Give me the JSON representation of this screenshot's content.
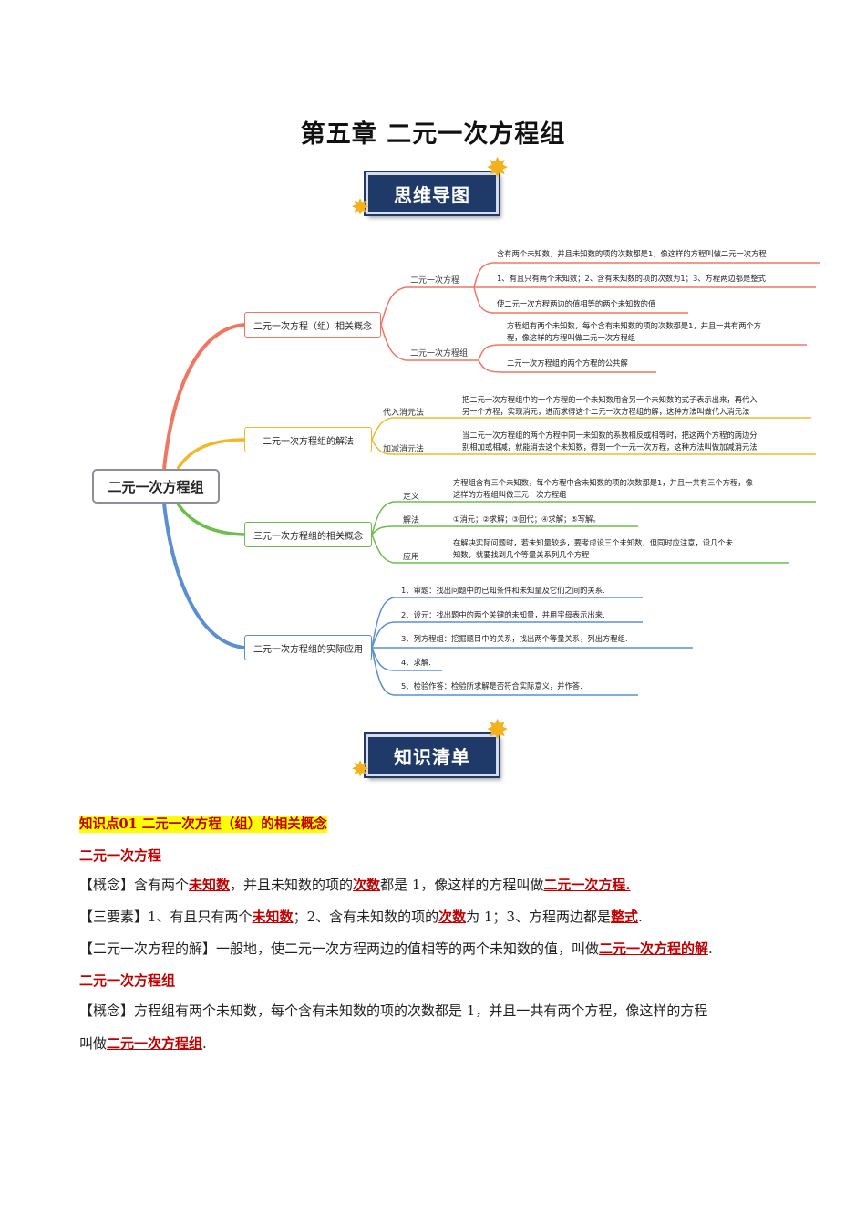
{
  "title": "第五章  二元一次方程组",
  "banner1": "思维导图",
  "banner2": "知识清单",
  "mindmap": {
    "root": "二元一次方程组",
    "branches": [
      {
        "label": "二元一次方程（组）相关概念",
        "color": "#f07662",
        "subs": [
          {
            "label": "二元一次方程",
            "leaves": [
              "含有两个未知数，并且未知数的项的次数都是1，像这样的方程叫做二元一次方程",
              "1、有且只有两个未知数；2、含有未知数的项的次数为1；3、方程两边都是整式",
              "使二元一次方程两边的值相等的两个未知数的值"
            ]
          },
          {
            "label": "二元一次方程组",
            "leaves": [
              "方程组有两个未知数，每个含有未知数的项的次数都是1，并且一共有两个方",
              "程，像这样的方程叫做二元一次方程组",
              "二元一次方程组的两个方程的公共解"
            ]
          }
        ]
      },
      {
        "label": "二元一次方程组的解法",
        "color": "#f3b829",
        "subs": [
          {
            "label": "代入消元法",
            "leaves": [
              "把二元一次方程组中的一个方程的一个未知数用含另一个未知数的式子表示出来，再代入",
              "另一个方程，实现消元，进而求得这个二元一次方程组的解，这种方法叫做代入消元法"
            ]
          },
          {
            "label": "加减消元法",
            "leaves": [
              "当二元一次方程组的两个方程中同一未知数的系数相反或相等时，把这两个方程的两边分",
              "别相加或相减，就能消去这个未知数，得到一个一元一次方程，这种方法叫做加减消元法"
            ]
          }
        ]
      },
      {
        "label": "三元一次方程组的相关概念",
        "color": "#6dbd4b",
        "subs": [
          {
            "label": "定义",
            "leaves": [
              "方程组含有三个未知数，每个方程中含未知数的项的次数都是1，并且一共有三个方程，像",
              "这样的方程组叫做三元一次方程组"
            ]
          },
          {
            "label": "解法",
            "leaves": [
              "①消元；②求解；③回代；④求解；⑤写解。"
            ]
          },
          {
            "label": "应用",
            "leaves": [
              "在解决实际问题时，若未知量较多，要考虑设三个未知数，但同时应注意，设几个未",
              "知数，就要找到几个等量关系列几个方程"
            ]
          }
        ]
      },
      {
        "label": "二元一次方程组的实际应用",
        "color": "#5a8fd0",
        "subs": [
          {
            "label": "1、审题：找出问题中的已知条件和未知量及它们之间的关系."
          },
          {
            "label": "2、设元：找出题中的两个关键的未知量，并用字母表示出来."
          },
          {
            "label": "3、列方程组：挖掘题目中的关系，找出两个等量关系，列出方程组."
          },
          {
            "label": "4、求解."
          },
          {
            "label": "5、检验作答：检验所求解是否符合实际意义，并作答."
          }
        ]
      }
    ]
  },
  "knowledge": {
    "point_title": "知识点01  二元一次方程（组）的相关概念",
    "h_equation": "二元一次方程",
    "p1": {
      "a": "【概念】含有两个",
      "b": "未知数",
      "c": "，并且未知数的项的",
      "d": "次数",
      "e": "都是 1，像这样的方程叫做",
      "f": "二元一次方程."
    },
    "p2": {
      "a": "【三要素】1、有且只有两个",
      "b": "未知数",
      "c": "；2、含有未知数的项的",
      "d": "次数",
      "e": "为 1；3、方程两边都是",
      "f": "整式",
      "g": "."
    },
    "p3": {
      "a": "【二元一次方程的解】一般地，使二元一次方程两边的值相等的两个未知数的值，叫做",
      "b": "二元一次方程的解",
      "c": "."
    },
    "h_system": "二元一次方程组",
    "p4": {
      "a": "【概念】方程组有两个未知数，每个含有未知数的项的次数都是 1，并且一共有两个方程，像这样的方程",
      "b": "叫做",
      "c": "二元一次方程组",
      "d": "."
    }
  }
}
